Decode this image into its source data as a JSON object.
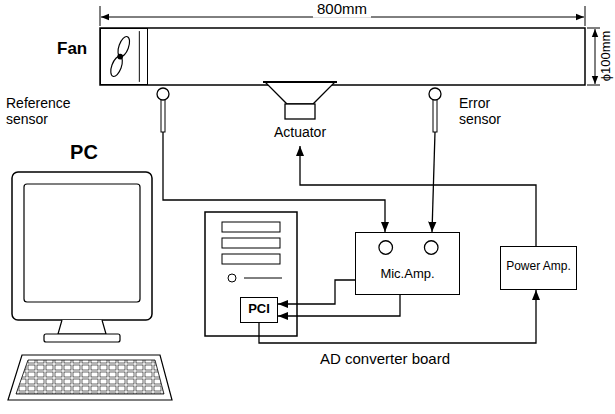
{
  "diagram": {
    "nodes": [
      {
        "text": [
          "Fan"
        ]
      },
      {
        "text": [
          "Reference sensor"
        ]
      },
      {
        "text": [
          "Actuator"
        ]
      },
      {
        "text": [
          "Error sensor"
        ]
      },
      {
        "text": [
          "Mic.Amp."
        ]
      },
      {
        "text": [
          "Power Amp."
        ]
      },
      {
        "text": [
          "PCI"
        ]
      }
    ],
    "edges": [
      {
        "from": 1,
        "to": 4,
        "arrow": "to"
      },
      {
        "from": 3,
        "to": 4,
        "arrow": "to"
      },
      {
        "from": 4,
        "to": 6,
        "arrow": "to"
      },
      {
        "from": 4,
        "to": 6,
        "arrow": "to"
      },
      {
        "from": 6,
        "to": 5,
        "arrow": "to"
      },
      {
        "from": 5,
        "to": 2,
        "arrow": "to"
      }
    ],
    "labels": [
      "800mm",
      "ϕ100mm",
      "PC",
      "AD converter board"
    ]
  }
}
